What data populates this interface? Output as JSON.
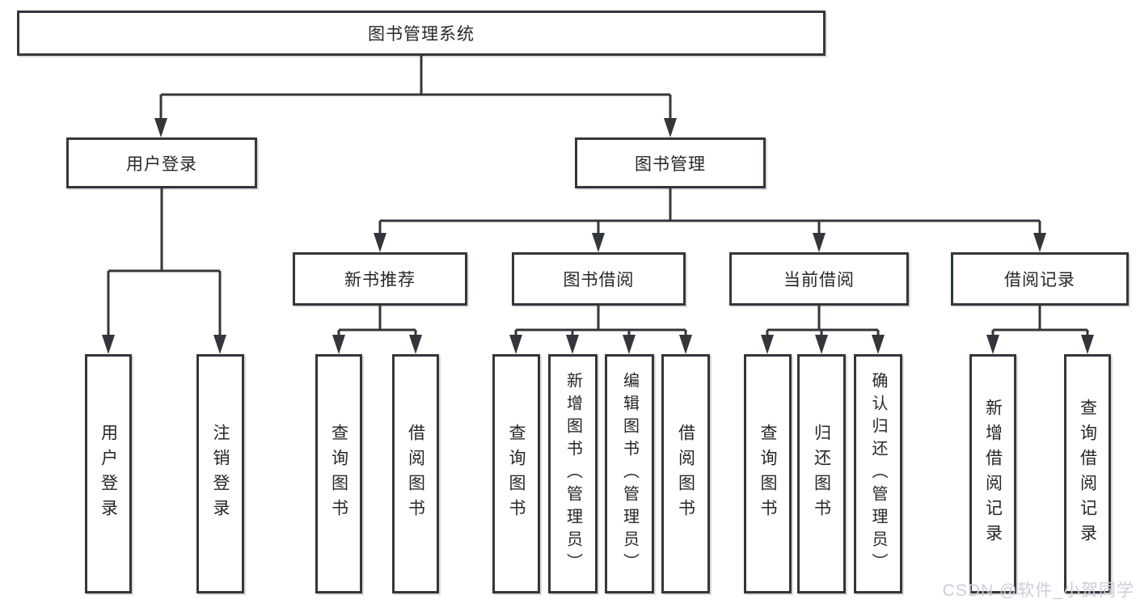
{
  "diagram": {
    "root": {
      "label": "图书管理系统"
    },
    "branches": [
      {
        "label": "用户登录",
        "children": [
          {
            "label": "用户登录"
          },
          {
            "label": "注销登录"
          }
        ]
      },
      {
        "label": "图书管理",
        "children": [
          {
            "label": "新书推荐",
            "children": [
              {
                "label": "查询图书"
              },
              {
                "label": "借阅图书"
              }
            ]
          },
          {
            "label": "图书借阅",
            "children": [
              {
                "label": "查询图书"
              },
              {
                "label": "新增图书（管理员）"
              },
              {
                "label": "编辑图书（管理员）"
              },
              {
                "label": "借阅图书"
              }
            ]
          },
          {
            "label": "当前借阅",
            "children": [
              {
                "label": "查询图书"
              },
              {
                "label": "归还图书"
              },
              {
                "label": "确认归还（管理员）"
              }
            ]
          },
          {
            "label": "借阅记录",
            "children": [
              {
                "label": "新增借阅记录"
              },
              {
                "label": "查询借阅记录"
              }
            ]
          }
        ]
      }
    ]
  },
  "watermark": {
    "text": "CSDN @软件_小贺同学"
  },
  "colors": {
    "line": "#33373b",
    "box_border": "#33373b",
    "text": "#25272b",
    "watermark": "#ccced9",
    "background": "#ffffff"
  }
}
